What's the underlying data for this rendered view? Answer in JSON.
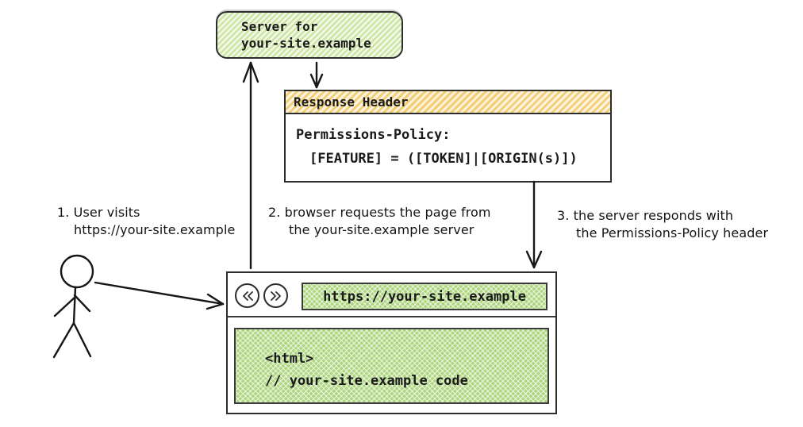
{
  "colors": {
    "green_stripe": "#cde5a2",
    "green_stripe_bg": "#f3f9e8",
    "green_crosshatch": "#abd47b",
    "orange_stripe": "#f4cd77",
    "orange_stripe_bg": "#fdf4de",
    "ink": "#1a1a1a"
  },
  "server_box": {
    "line1": "Server for",
    "line2": "your-site.example"
  },
  "response_header": {
    "title": "Response Header",
    "policy_line1": "Permissions-Policy:",
    "policy_line2": "[FEATURE] = ([TOKEN]|[ORIGIN(s)])"
  },
  "steps": [
    {
      "line1": "1. User visits",
      "line2": "https://your-site.example"
    },
    {
      "line1": "2. browser requests the page from",
      "line2": "the your-site.example server"
    },
    {
      "line1": "3. the server responds with",
      "line2": "the Permissions-Policy header"
    }
  ],
  "browser": {
    "back_icon": "double-chevron-left",
    "forward_icon": "double-chevron-right",
    "url": "https://your-site.example",
    "content_line1": "<html>",
    "content_line2": "// your-site.example code"
  },
  "actors": {
    "user": "stick-figure-user"
  }
}
